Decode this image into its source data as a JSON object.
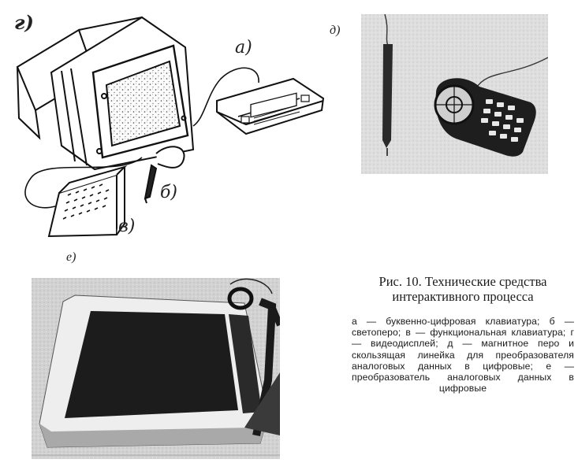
{
  "panels": {
    "g": "г)",
    "a": "a)",
    "b": "б)",
    "v": "в)",
    "d": "д)",
    "e": "е)"
  },
  "caption": {
    "title": "Рис. 10. Технические средства интерактивного процесса",
    "body": "а — буквенно-цифровая клавиатура; б — светоперо; в — функциональная клавиатура; г — видеодисплей; д — магнитное перо и скользящая линейка для преобразователя аналоговых данных в цифровые; е — преобразователь аналоговых данных в цифровые"
  }
}
